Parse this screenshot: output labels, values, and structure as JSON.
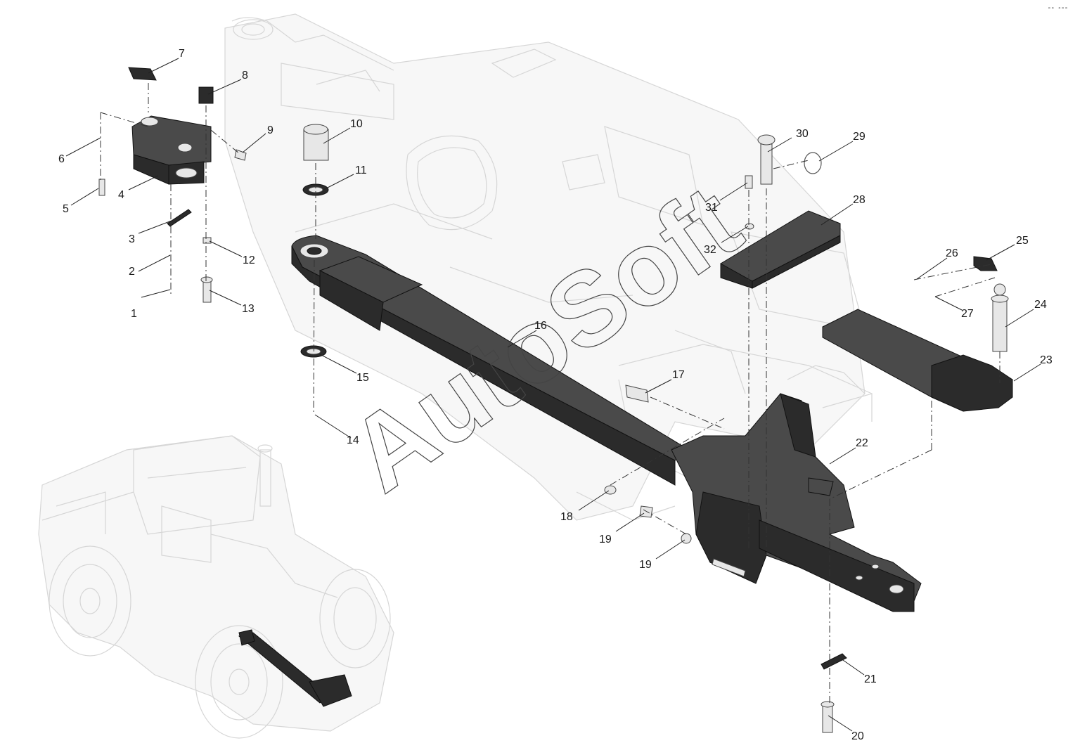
{
  "watermark": "AutoSoft",
  "corner_mark": "°° °°°",
  "callouts": [
    {
      "id": "c1",
      "text": "1"
    },
    {
      "id": "c2",
      "text": "2"
    },
    {
      "id": "c3",
      "text": "3"
    },
    {
      "id": "c4",
      "text": "4"
    },
    {
      "id": "c5",
      "text": "5"
    },
    {
      "id": "c6",
      "text": "6"
    },
    {
      "id": "c7",
      "text": "7"
    },
    {
      "id": "c8",
      "text": "8"
    },
    {
      "id": "c9",
      "text": "9"
    },
    {
      "id": "c10",
      "text": "10"
    },
    {
      "id": "c11",
      "text": "11"
    },
    {
      "id": "c12",
      "text": "12"
    },
    {
      "id": "c13",
      "text": "13"
    },
    {
      "id": "c14",
      "text": "14"
    },
    {
      "id": "c15",
      "text": "15"
    },
    {
      "id": "c16",
      "text": "16"
    },
    {
      "id": "c17",
      "text": "17"
    },
    {
      "id": "c18",
      "text": "18"
    },
    {
      "id": "c19a",
      "text": "19"
    },
    {
      "id": "c19b",
      "text": "19"
    },
    {
      "id": "c20",
      "text": "20"
    },
    {
      "id": "c21",
      "text": "21"
    },
    {
      "id": "c22",
      "text": "22"
    },
    {
      "id": "c23",
      "text": "23"
    },
    {
      "id": "c24",
      "text": "24"
    },
    {
      "id": "c25",
      "text": "25"
    },
    {
      "id": "c26",
      "text": "26"
    },
    {
      "id": "c27",
      "text": "27"
    },
    {
      "id": "c28",
      "text": "28"
    },
    {
      "id": "c29",
      "text": "29"
    },
    {
      "id": "c30",
      "text": "30"
    },
    {
      "id": "c31",
      "text": "31"
    },
    {
      "id": "c32",
      "text": "32"
    }
  ]
}
